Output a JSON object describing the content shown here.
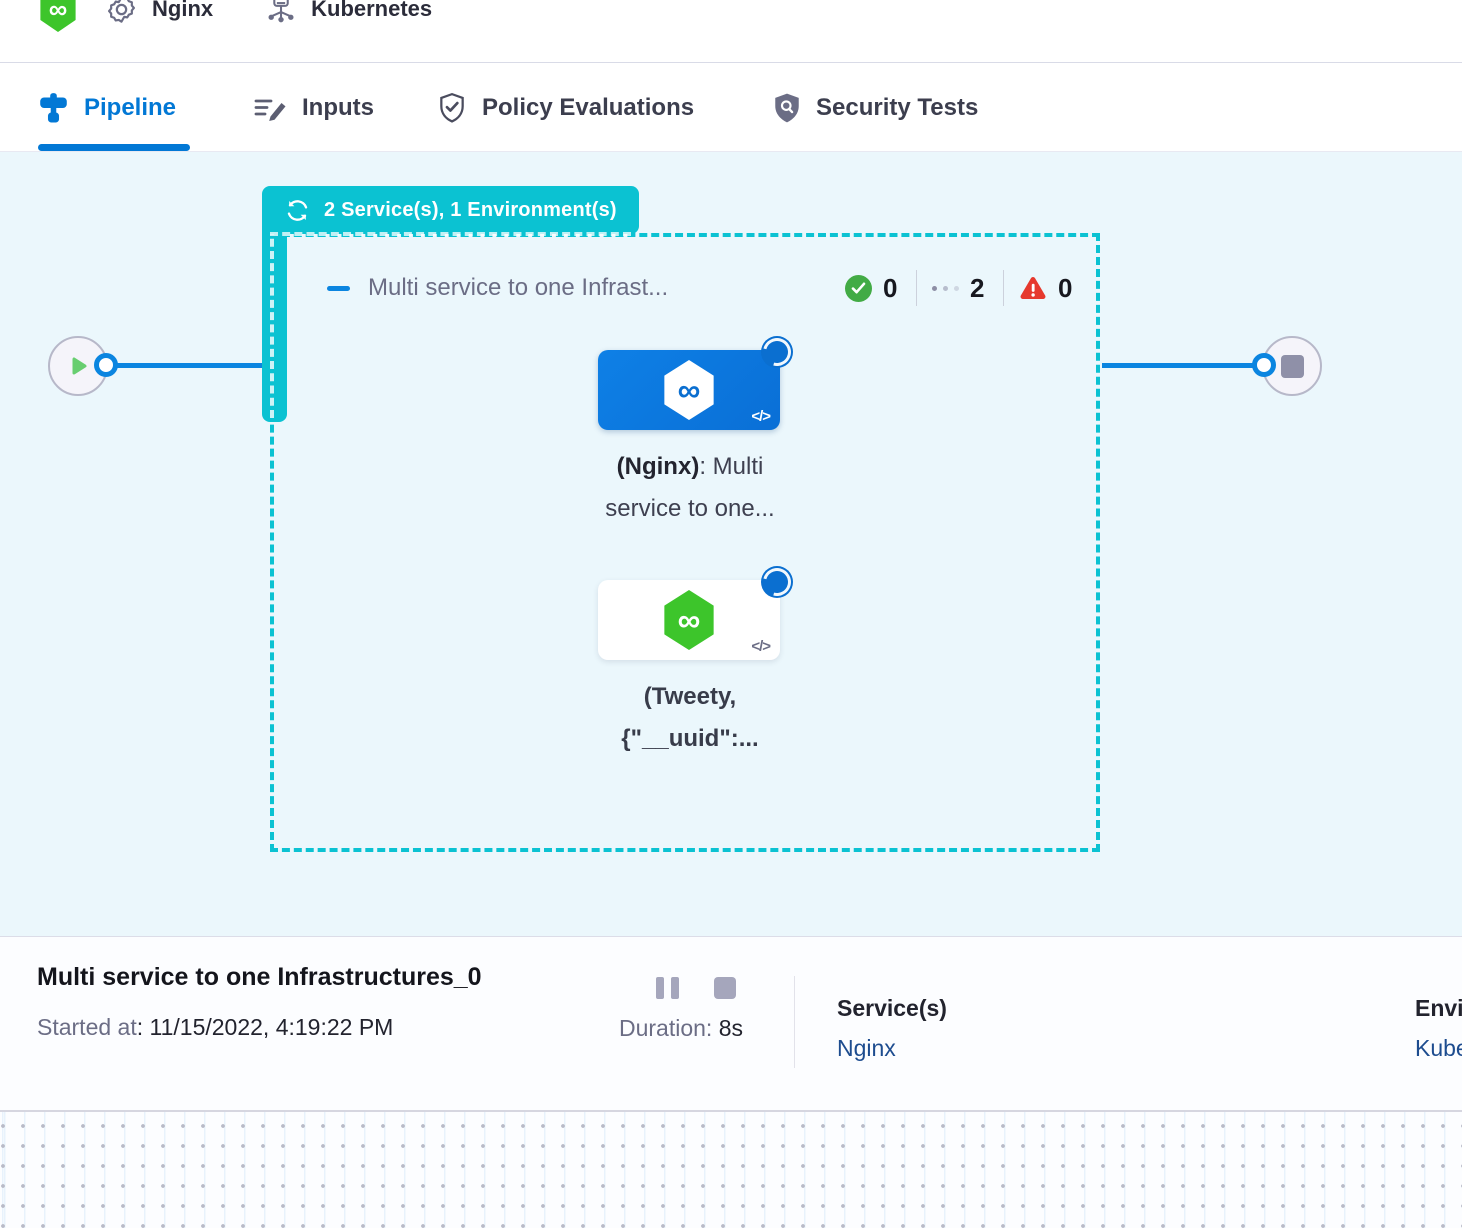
{
  "header": {
    "service_crumb": "Nginx",
    "env_crumb": "Kubernetes"
  },
  "tabs": {
    "pipeline": "Pipeline",
    "inputs": "Inputs",
    "policy": "Policy Evaluations",
    "security": "Security Tests"
  },
  "canvas": {
    "group_badge_label": "2 Service(s), 1 Environment(s)",
    "stage_title": "Multi service to one Infrast...",
    "counts": {
      "success": "0",
      "pending": "2",
      "failed": "0"
    },
    "nodes": {
      "nginx": {
        "bold": "(Nginx)",
        "rest": ": Multi",
        "line2": "service to one...",
        "code": "</>",
        "logo_glyph": "∞"
      },
      "tweety": {
        "line1": "(Tweety,",
        "line2": "{\"__uuid\":...",
        "code": "</>",
        "logo_glyph": "∞"
      }
    }
  },
  "footer": {
    "title": "Multi service to one Infrastructures_0",
    "started_label": "Started at",
    "started_value": ": 11/15/2022, 4:19:22 PM",
    "duration_label": "Duration:",
    "duration_value": "8s",
    "services_label": "Service(s)",
    "services_value": "Nginx",
    "environments_label": "Environment(s)",
    "environments_value": "Kubernetes"
  },
  "logo_glyph": "∞",
  "colors": {
    "accent_blue": "#0278D5",
    "flow_blue": "#0B85E0",
    "teal": "#0BC2D2",
    "success_green": "#42AB45",
    "error_red": "#E6392E",
    "link_navy": "#1D4C8F",
    "node_blue": "#0D79DF",
    "harness_green": "#3DC52B",
    "canvas_bg": "#EBF7FC"
  }
}
